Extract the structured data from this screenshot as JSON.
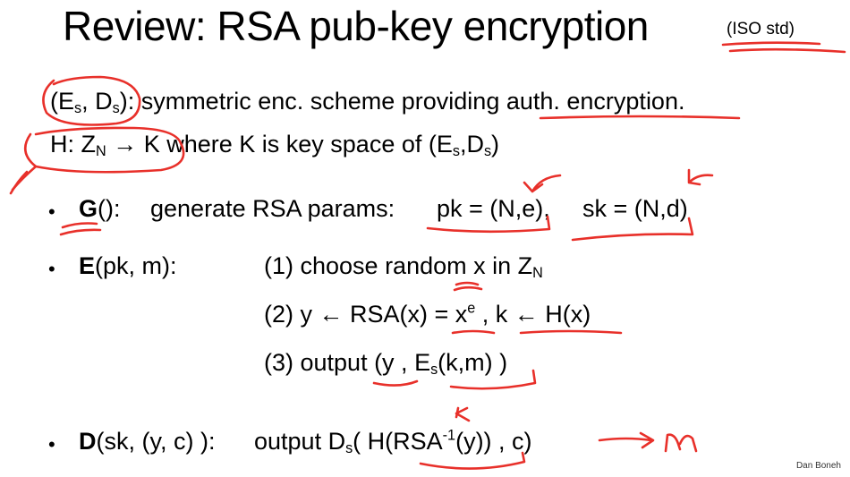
{
  "slide": {
    "title": "Review:  RSA pub-key encryption",
    "badge": "(ISO std)",
    "def_es_ds": {
      "open": "(E",
      "s1": "s",
      "mid": ", D",
      "s2": "s",
      "close": "):",
      "text": " symmetric enc. scheme providing ",
      "underlined": "auth. encryption",
      "period": "."
    },
    "def_h": {
      "prefix": "H:  Z",
      "sub": "N",
      "arrow": " → K ",
      "text": " where  K is key space of (E",
      "s1": "s",
      "comma": ",D",
      "s2": "s",
      "close": ")"
    },
    "bullet_char": "•",
    "g": {
      "name": "G",
      "args": "():",
      "desc": "generate RSA params:",
      "pk": "pk = (N,e),",
      "sk": "sk = (N,d)"
    },
    "e": {
      "name": "E",
      "args": "(pk, m):",
      "step1_a": "(1) choose random x in Z",
      "step1_sub": "N",
      "step2_a": "(2)  y ← RSA(x) = x",
      "step2_sup": "e",
      "step2_b": "  ,  k ← H(x)",
      "step3_a": "(3) output   (y ,  E",
      "step3_sub": "s",
      "step3_b": "(k,m) )"
    },
    "d": {
      "name": "D",
      "args": "(sk,  (y, c) ):",
      "out_a": "output  D",
      "out_sub": "s",
      "out_b": "(  H(RSA",
      "out_sup": "-1",
      "out_c": "(y)) ,  c)"
    },
    "annotation_m": "m",
    "author": "Dan Boneh"
  },
  "colors": {
    "ink": "#e8302a",
    "text": "#000000",
    "background": "#ffffff"
  }
}
